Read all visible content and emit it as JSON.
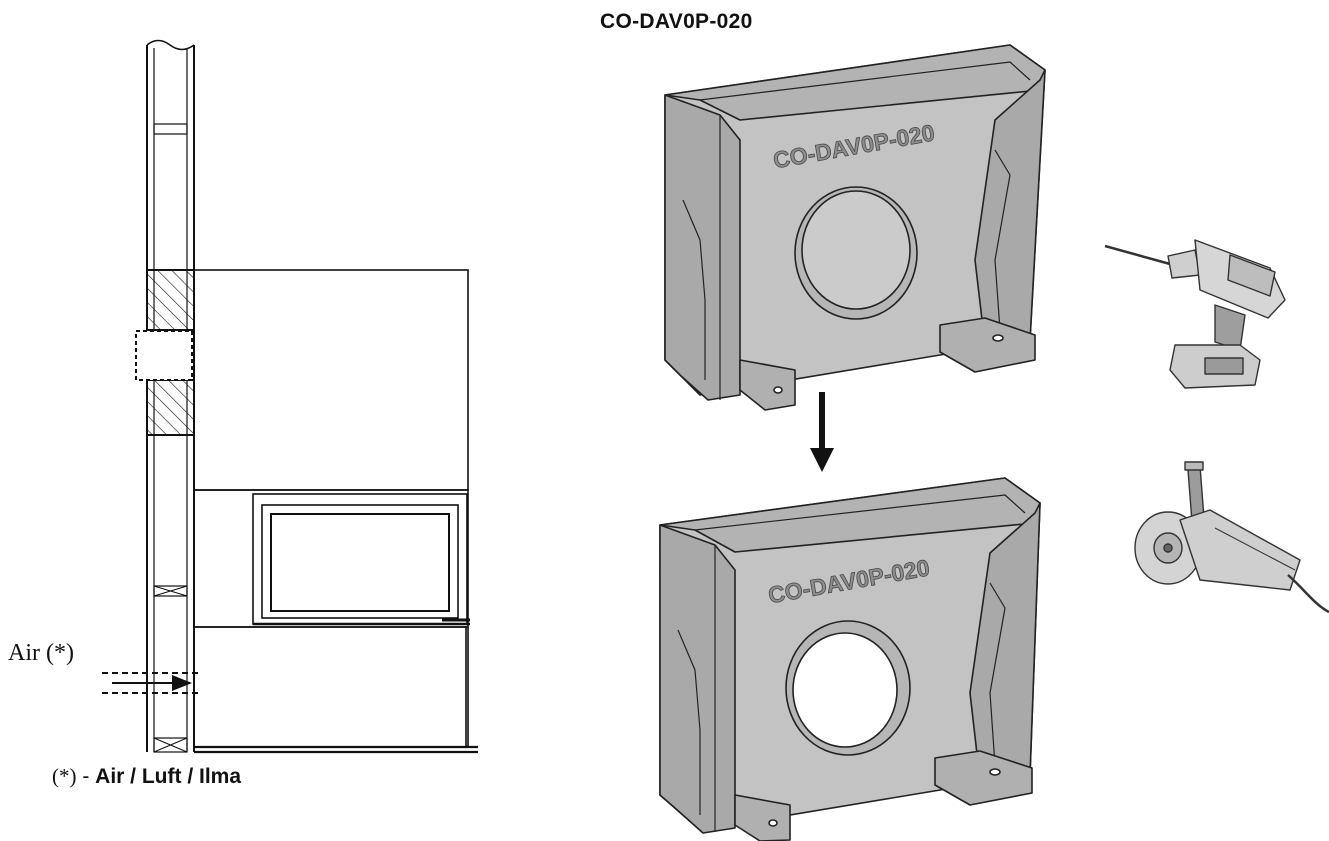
{
  "header": {
    "part_code": "CO-DAV0P-020"
  },
  "part_top": {
    "embossed_code": "CO-DAV0P-020",
    "hole": "closed"
  },
  "part_bottom": {
    "embossed_code": "CO-DAV0P-020",
    "hole": "cut open"
  },
  "wall_section": {
    "air_label": "Air (*)"
  },
  "footnote": {
    "marker": "(*)",
    "separator": " - ",
    "text": "Air / Luft / Ilma"
  },
  "tools": {
    "first": "drill-icon",
    "second": "angle-grinder-icon"
  },
  "colors": {
    "part_fill": "#c3c3c3",
    "part_shade": "#a9a9a9",
    "line": "#111111",
    "tool_fill": "#d4d4d4"
  }
}
